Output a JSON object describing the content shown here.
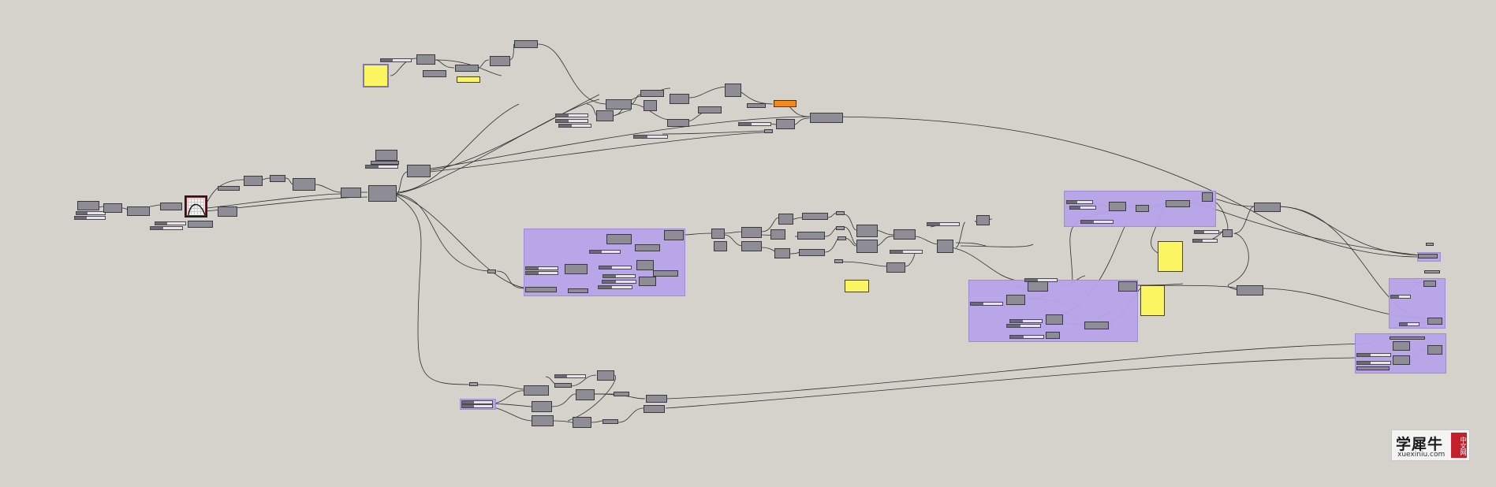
{
  "canvas": {
    "background": "#d5d2cc",
    "wire_color": "#2e2e2e",
    "group_color": "#b7a4ea",
    "panel_color": "#fbf561",
    "warning_color": "#f38a17",
    "preview_wire_color": "#d2202c"
  },
  "watermark": {
    "title": "学犀牛",
    "url": "xuexiniu.com",
    "seal": "中文网"
  }
}
